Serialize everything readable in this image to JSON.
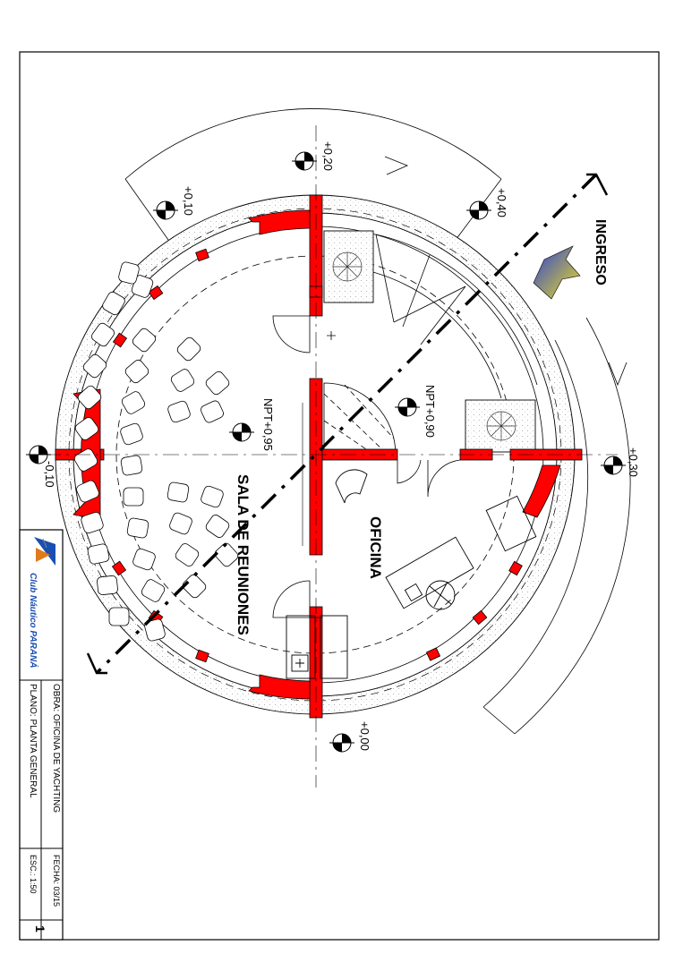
{
  "plan": {
    "rooms": {
      "meeting_room": "SALA DE REUNIONES",
      "office": "OFICINA",
      "entrance": "INGRESO"
    },
    "levels": {
      "npt_meeting": "NPT+0,95",
      "npt_office": "NPT+0,90",
      "l_plus_020": "+0,20",
      "l_plus_010": "+0,10",
      "l_plus_040": "+0,40",
      "l_minus_010": "-0,10",
      "l_plus_030": "+0,30",
      "l_plus_000": "+0,00"
    }
  },
  "title_block": {
    "club_name": "Club Náutico PARANÁ",
    "obra": "OBRA: OFICINA DE YACHTING",
    "plano": "PLANO: PLANTA GENERAL",
    "fecha": "FECHA: 03/15",
    "escala": "ESC.: 1:50",
    "sheet_number": "1"
  },
  "colors": {
    "wall": "#ff0000",
    "arrow_blue": "#2a3fd6",
    "arrow_yellow": "#f0e020",
    "logo_blue": "#1a4fb0",
    "logo_orange": "#e07a1a"
  }
}
